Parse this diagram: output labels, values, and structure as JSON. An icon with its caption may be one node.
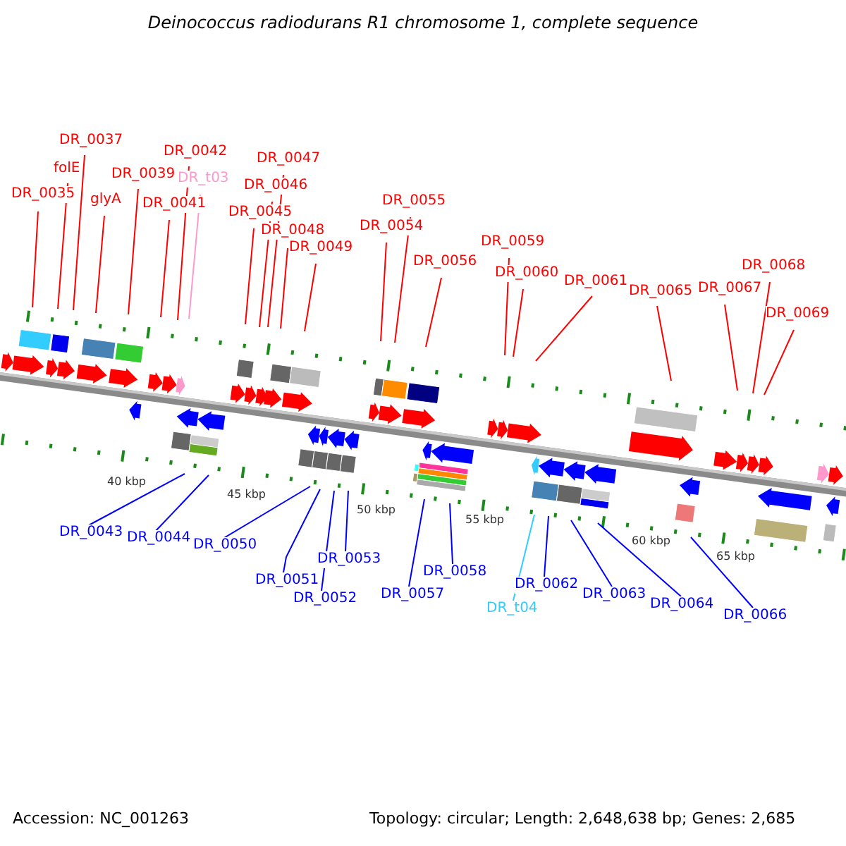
{
  "diagram": {
    "title": "Deinococcus radiodurans R1 chromosome 1, complete sequence",
    "nodes": [
      {
        "text": [
          "DR_0035"
        ]
      },
      {
        "text": [
          "folE"
        ]
      },
      {
        "text": [
          "DR_0037"
        ]
      },
      {
        "text": [
          "glyA"
        ]
      },
      {
        "text": [
          "DR_0039"
        ]
      },
      {
        "text": [
          "DR_0041"
        ]
      },
      {
        "text": [
          "DR_0042"
        ]
      },
      {
        "text": [
          "DR_t03"
        ]
      },
      {
        "text": [
          "DR_0045"
        ]
      },
      {
        "text": [
          "DR_0046"
        ]
      },
      {
        "text": [
          "DR_0047"
        ]
      },
      {
        "text": [
          "DR_0048"
        ]
      },
      {
        "text": [
          "DR_0049"
        ]
      },
      {
        "text": [
          "DR_0054"
        ]
      },
      {
        "text": [
          "DR_0055"
        ]
      },
      {
        "text": [
          "DR_0056"
        ]
      },
      {
        "text": [
          "DR_0059"
        ]
      },
      {
        "text": [
          "DR_0060"
        ]
      },
      {
        "text": [
          "DR_0061"
        ]
      },
      {
        "text": [
          "DR_0065"
        ]
      },
      {
        "text": [
          "DR_0067"
        ]
      },
      {
        "text": [
          "DR_0068"
        ]
      },
      {
        "text": [
          "DR_0069"
        ]
      },
      {
        "text": [
          "DR_0043"
        ]
      },
      {
        "text": [
          "DR_0044"
        ]
      },
      {
        "text": [
          "DR_0050"
        ]
      },
      {
        "text": [
          "DR_0051"
        ]
      },
      {
        "text": [
          "DR_0052"
        ]
      },
      {
        "text": [
          "DR_0053"
        ]
      },
      {
        "text": [
          "DR_0057"
        ]
      },
      {
        "text": [
          "DR_0058"
        ]
      },
      {
        "text": [
          "DR_t04"
        ]
      },
      {
        "text": [
          "DR_0062"
        ]
      },
      {
        "text": [
          "DR_0063"
        ]
      },
      {
        "text": [
          "DR_0064"
        ]
      },
      {
        "text": [
          "DR_0066"
        ]
      }
    ],
    "edges": [
      {
        "from": 0,
        "to": null,
        "arrow": "none"
      },
      {
        "from": 1,
        "to": null,
        "arrow": "none"
      },
      {
        "from": 2,
        "to": null,
        "arrow": "none"
      },
      {
        "from": 3,
        "to": null,
        "arrow": "none"
      },
      {
        "from": 4,
        "to": null,
        "arrow": "none"
      },
      {
        "from": 5,
        "to": null,
        "arrow": "none"
      },
      {
        "from": 6,
        "to": null,
        "arrow": "none"
      },
      {
        "from": 7,
        "to": null,
        "arrow": "none",
        "color": "#ff99cc"
      },
      {
        "from": 8,
        "to": null,
        "arrow": "none"
      },
      {
        "from": 9,
        "to": null,
        "arrow": "none"
      },
      {
        "from": 10,
        "to": null,
        "arrow": "none"
      },
      {
        "from": 11,
        "to": null,
        "arrow": "none"
      },
      {
        "from": 12,
        "to": null,
        "arrow": "none"
      },
      {
        "from": 13,
        "to": null,
        "arrow": "none"
      },
      {
        "from": 14,
        "to": null,
        "arrow": "none"
      },
      {
        "from": 15,
        "to": null,
        "arrow": "none"
      },
      {
        "from": 16,
        "to": null,
        "arrow": "none"
      },
      {
        "from": 17,
        "to": null,
        "arrow": "none"
      },
      {
        "from": 18,
        "to": null,
        "arrow": "none"
      },
      {
        "from": 19,
        "to": null,
        "arrow": "none"
      },
      {
        "from": 20,
        "to": null,
        "arrow": "none"
      },
      {
        "from": 21,
        "to": null,
        "arrow": "none"
      },
      {
        "from": 22,
        "to": null,
        "arrow": "none"
      },
      {
        "from": 23,
        "to": null,
        "arrow": "none",
        "color": "#0000ff"
      },
      {
        "from": 24,
        "to": null,
        "arrow": "none",
        "color": "#0000ff"
      },
      {
        "from": 25,
        "to": null,
        "arrow": "none",
        "color": "#0000ff"
      },
      {
        "from": 26,
        "to": null,
        "arrow": "none",
        "color": "#0000ff"
      },
      {
        "from": 27,
        "to": null,
        "arrow": "none",
        "color": "#0000ff"
      },
      {
        "from": 28,
        "to": null,
        "arrow": "none",
        "color": "#0000ff"
      },
      {
        "from": 29,
        "to": null,
        "arrow": "none",
        "color": "#0000ff"
      },
      {
        "from": 30,
        "to": null,
        "arrow": "none",
        "color": "#0000ff"
      },
      {
        "from": 31,
        "to": null,
        "arrow": "none",
        "color": "#33ccff"
      },
      {
        "from": 32,
        "to": null,
        "arrow": "none",
        "color": "#0000ff"
      },
      {
        "from": 33,
        "to": null,
        "arrow": "none",
        "color": "#0000ff"
      },
      {
        "from": 34,
        "to": null,
        "arrow": "none",
        "color": "#0000ff"
      },
      {
        "from": 35,
        "to": null,
        "arrow": "none",
        "color": "#0000ff"
      }
    ],
    "labels": [
      "40 kbp",
      "45 kbp",
      "50 kbp",
      "55 kbp",
      "60 kbp",
      "65 kbp",
      "Accession: NC_001263",
      "Topology: circular; Length: 2,648,638 bp; Genes: 2,685"
    ]
  }
}
